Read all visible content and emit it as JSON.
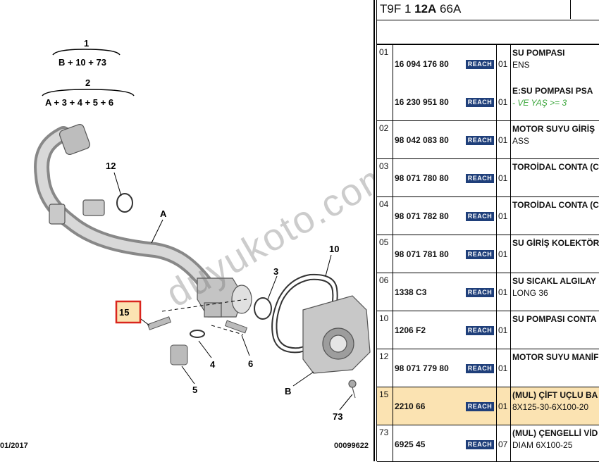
{
  "diagram": {
    "callouts": {
      "group1_num": "1",
      "group1_formula": "B + 10 + 73",
      "group2_num": "2",
      "group2_formula": "A + 3 + 4 + 5 + 6",
      "c12": "12",
      "cA": "A",
      "c3": "3",
      "c10": "10",
      "c15": "15",
      "c4": "4",
      "c6": "6",
      "c5": "5",
      "cB": "B",
      "c73": "73"
    },
    "footer_date": "01/2017",
    "footer_ref": "00099622",
    "watermark": "duyukoto.com",
    "highlight_color": "#d9251d"
  },
  "parts_table": {
    "header": {
      "code_prefix": "T9F 1 ",
      "code_bold": "12A",
      "code_suffix": " 66A"
    },
    "reach_label": "REACH",
    "reach_color": "#1f3f7a",
    "highlight_row_color": "#fbe3b2",
    "rows": [
      {
        "idx": "01",
        "lines": [
          {
            "pn": "16 094 176 80",
            "qty": "01",
            "desc": "SU POMPASI",
            "desc2": "ENS"
          },
          {
            "pn": "16 230 951 80",
            "qty": "01",
            "desc": "E:SU POMPASI PSA",
            "desc2": "- VE YAŞ >= 3"
          }
        ]
      },
      {
        "idx": "02",
        "lines": [
          {
            "pn": "98 042 083 80",
            "qty": "01",
            "desc": "MOTOR SUYU GİRİŞ",
            "desc2": "ASS"
          }
        ]
      },
      {
        "idx": "03",
        "lines": [
          {
            "pn": "98 071 780 80",
            "qty": "01",
            "desc": "TOROİDAL CONTA (C",
            "desc2": ""
          }
        ]
      },
      {
        "idx": "04",
        "lines": [
          {
            "pn": "98 071 782 80",
            "qty": "01",
            "desc": "TOROİDAL CONTA (C",
            "desc2": ""
          }
        ]
      },
      {
        "idx": "05",
        "lines": [
          {
            "pn": "98 071 781 80",
            "qty": "01",
            "desc": "SU GİRİŞ KOLEKTÖR",
            "desc2": ""
          }
        ]
      },
      {
        "idx": "06",
        "lines": [
          {
            "pn": "1338 C3",
            "qty": "01",
            "desc": "SU SICAKL ALGILAY",
            "desc2": "LONG 36"
          }
        ]
      },
      {
        "idx": "10",
        "lines": [
          {
            "pn": "1206 F2",
            "qty": "01",
            "desc": "SU POMPASI CONTA",
            "desc2": ""
          }
        ]
      },
      {
        "idx": "12",
        "lines": [
          {
            "pn": "98 071 779 80",
            "qty": "01",
            "desc": "MOTOR SUYU MANİF",
            "desc2": ""
          }
        ]
      },
      {
        "idx": "15",
        "lines": [
          {
            "pn": "2210 66",
            "qty": "01",
            "desc": "(MUL) ÇİFT UÇLU BA",
            "desc2": "8X125-30-6X100-20"
          }
        ]
      },
      {
        "idx": "73",
        "lines": [
          {
            "pn": "6925 45",
            "qty": "07",
            "desc": "(MUL) ÇENGELLİ VİD",
            "desc2": "DIAM 6X100-25"
          }
        ]
      }
    ]
  }
}
